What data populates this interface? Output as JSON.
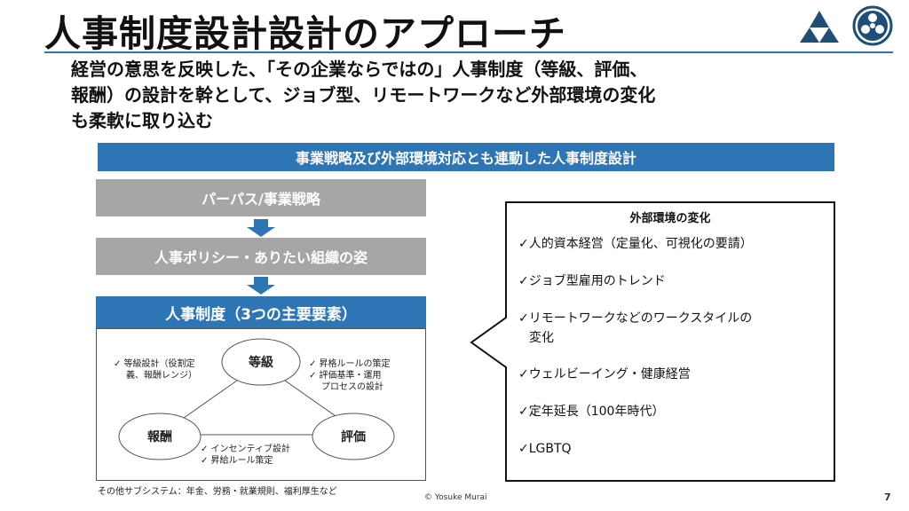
{
  "slide": {
    "title": "人事制度設計設計のアプローチ",
    "lead": {
      "line1": "経営の意思を反映した、「その企業ならではの」人事制度（等級、評価、",
      "line2": "報酬）の設計を幹として、ジョブ型、リモートワークなど外部環境の変化",
      "line3": "も柔軟に取り込む"
    },
    "banner": "事業戦略及び外部環境対応とも連動した人事制度設計",
    "flow": {
      "purpose": "パーパス/事業戦略",
      "policy": "人事ポリシー・ありたい組織の姿",
      "system": "人事制度（3つの主要要素）"
    },
    "diagram": {
      "grade": "等級",
      "reward": "報酬",
      "evaluation": "評価",
      "notes": {
        "grade_line1": "✓ 等級設計（役割定",
        "grade_line2": "義、報酬レンジ）",
        "eval_line1": "✓ 昇格ルールの策定",
        "eval_line2": "✓ 評価基準・運用",
        "eval_line3": "プロセスの設計",
        "reward_line1": "✓ インセンティブ設計",
        "reward_line2": "✓ 昇給ルール策定"
      },
      "other": "その他サブシステム：年金、労務・就業規則、福利厚生など"
    },
    "environment": {
      "heading": "外部環境の変化",
      "items": [
        "✓人的資本経営（定量化、可視化の要請）",
        "✓ジョブ型雇用のトレンド",
        "✓リモートワークなどのワークスタイルの",
        "変化",
        "✓ウェルビーイング・健康経営",
        "✓定年延長（100年時代）",
        "✓LGBTQ"
      ]
    },
    "copyright": "© Yosuke Murai",
    "page_number": "7"
  },
  "colors": {
    "accent": "#2e75b6",
    "grey_box": "#a6a6a6",
    "logo_navy": "#1f4e79"
  },
  "icons": {
    "logo_left": "triangle-mark-icon",
    "logo_right": "family-crest-icon"
  }
}
